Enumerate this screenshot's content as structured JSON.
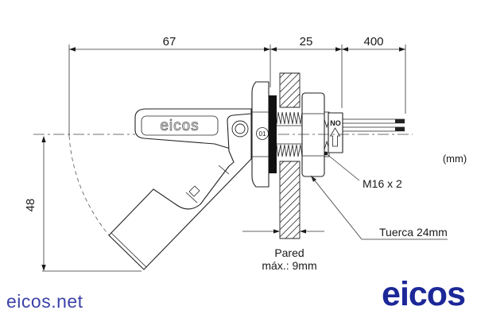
{
  "drawing": {
    "dims": {
      "body_length": "67",
      "wall_section": "25",
      "cable_length": "400",
      "float_drop": "48"
    },
    "units": "(mm)",
    "labels": {
      "thread": "M16 x 2",
      "nut": "Tuerca 24mm",
      "wall_line1": "Pared",
      "wall_line2": "máx.: 9mm"
    },
    "marks": {
      "switch_state": "NO",
      "model": "01",
      "body_logo": "eicos"
    }
  },
  "footer": {
    "site": "eicos.net",
    "logo": "eicos"
  },
  "colors": {
    "brand_blue": "#1c2798",
    "link_blue": "#3c42a8",
    "line": "#222222",
    "gasket_black": "#111111"
  }
}
